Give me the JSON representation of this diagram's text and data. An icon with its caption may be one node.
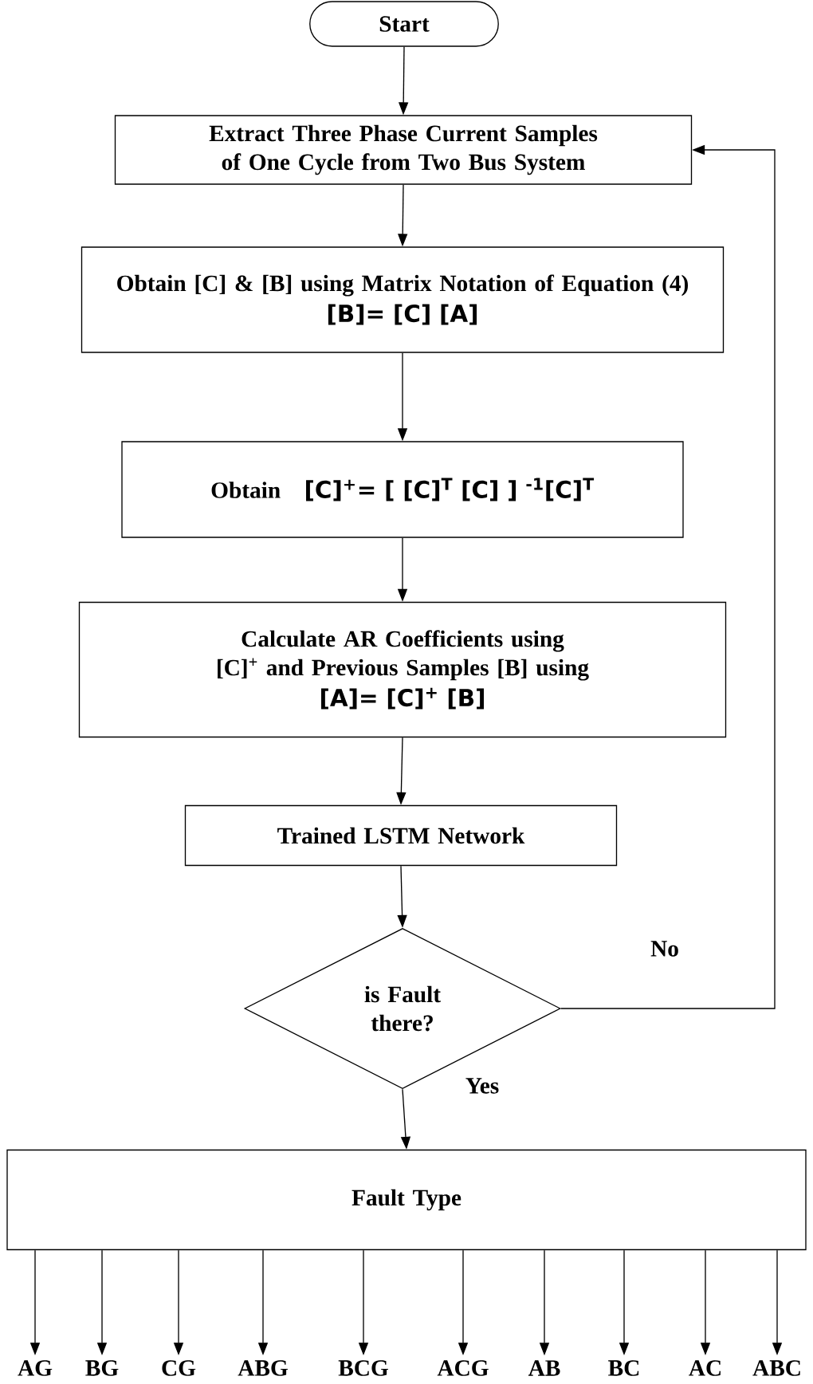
{
  "diagram": {
    "nodes": [
      {
        "text": [
          "Start"
        ]
      },
      {
        "text": [
          "Extract Three Phase Current Samples of One Cycle from Two Bus System"
        ]
      },
      {
        "text": [
          "Obtain [C] & [B] using Matrix Notation of Equation (4)",
          "[B]= [C] [A]"
        ]
      },
      {
        "text": [
          "Obtain",
          "[C]$^{+}$= [ [C]$^{T}$ [C] ] $^{-1}$[C]$^{T}$"
        ]
      },
      {
        "text": [
          "Calculate AR Coefficients using [C]$^{+}$ and Previous Samples [B] using",
          "[A]= [C]$^{+}$ [B]"
        ]
      },
      {
        "text": [
          "Trained LSTM Network"
        ]
      },
      {
        "text": [
          "is Fault there?"
        ]
      },
      {
        "text": [
          "Fault Type"
        ]
      },
      {
        "text": [
          "AG"
        ]
      },
      {
        "text": [
          "BG"
        ]
      },
      {
        "text": [
          "CG"
        ]
      },
      {
        "text": [
          "ABG"
        ]
      },
      {
        "text": [
          "BCG"
        ]
      },
      {
        "text": [
          "ACG"
        ]
      },
      {
        "text": [
          "AB"
        ]
      },
      {
        "text": [
          "BC"
        ]
      },
      {
        "text": [
          "AC"
        ]
      },
      {
        "text": [
          "ABC"
        ]
      }
    ],
    "edges": [
      {
        "from": 0,
        "to": 1,
        "arrow": "to"
      },
      {
        "from": 1,
        "to": 2,
        "arrow": "to"
      },
      {
        "from": 2,
        "to": 3,
        "arrow": "to"
      },
      {
        "from": 3,
        "to": 4,
        "arrow": "to"
      },
      {
        "from": 4,
        "to": 5,
        "arrow": "to"
      },
      {
        "from": 5,
        "to": 6,
        "arrow": "to"
      },
      {
        "from": 6,
        "to": 7,
        "arrow": "to",
        "label": "Yes"
      },
      {
        "from": 6,
        "to": 1,
        "arrow": "to",
        "label": "No"
      },
      {
        "from": 7,
        "to": 8,
        "arrow": "to"
      },
      {
        "from": 7,
        "to": 9,
        "arrow": "to"
      },
      {
        "from": 7,
        "to": 10,
        "arrow": "to"
      },
      {
        "from": 7,
        "to": 11,
        "arrow": "to"
      },
      {
        "from": 7,
        "to": 12,
        "arrow": "to"
      },
      {
        "from": 7,
        "to": 13,
        "arrow": "to"
      },
      {
        "from": 7,
        "to": 14,
        "arrow": "to"
      },
      {
        "from": 7,
        "to": 15,
        "arrow": "to"
      },
      {
        "from": 7,
        "to": 16,
        "arrow": "to"
      },
      {
        "from": 7,
        "to": 17,
        "arrow": "to"
      }
    ]
  }
}
